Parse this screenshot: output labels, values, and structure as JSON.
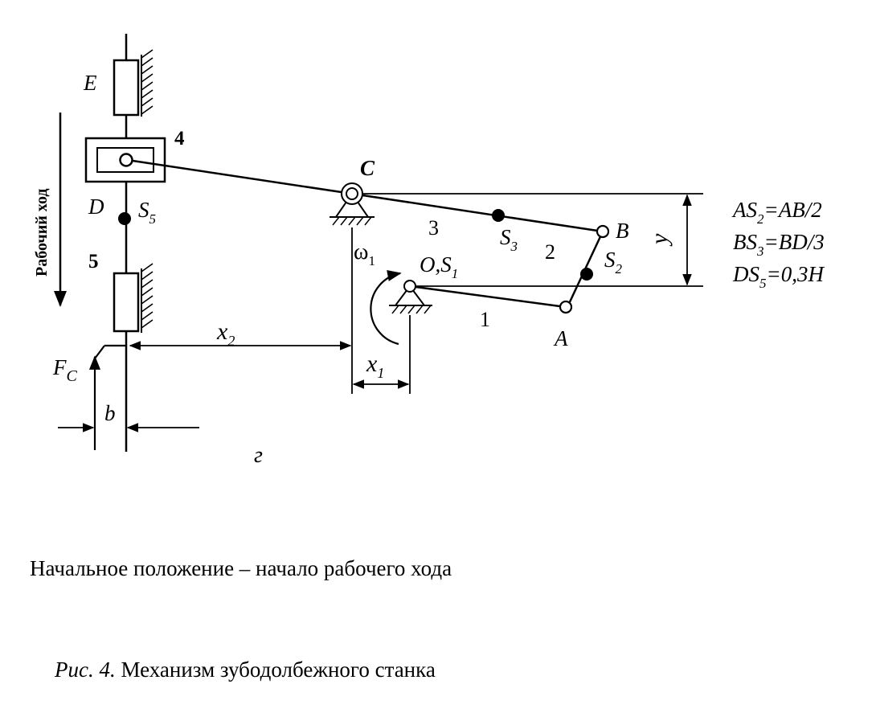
{
  "labels": {
    "E": "E",
    "slider_num": "4",
    "D": "D",
    "S5_base": "S",
    "S5_sub": "5",
    "stand_num": "5",
    "working_stroke": "Рабочий ход",
    "C": "C",
    "link3_num": "3",
    "S3_base": "S",
    "S3_sub": "3",
    "link2_num": "2",
    "B": "B",
    "S2_base": "S",
    "S2_sub": "2",
    "omega_base": "ω",
    "omega_sub": "1",
    "O_S1_base": "O,S",
    "O_S1_sub": "1",
    "link1_num": "1",
    "A": "A",
    "x2_base": "x",
    "x2_sub": "2",
    "x1_base": "x",
    "x1_sub": "1",
    "Fc_base": "F",
    "Fc_sub": "C",
    "b": "b",
    "y": "y",
    "panel_letter": "г"
  },
  "formulas": [
    {
      "p1": "AS",
      "s1": "2",
      "p2": "=AB/2"
    },
    {
      "p1": "BS",
      "s1": "3",
      "p2": "=BD/3"
    },
    {
      "p1": "DS",
      "s1": "5",
      "p2": "=0,3H"
    }
  ],
  "caption_position": "Начальное положение – начало рабочего хода",
  "caption_figure_label": "Рис. 4.",
  "caption_figure_title": "Механизм зубодолбежного станка"
}
